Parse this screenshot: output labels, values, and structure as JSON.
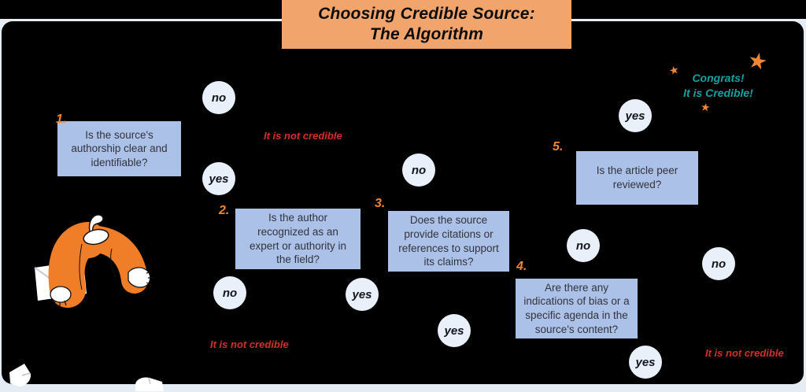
{
  "title": {
    "line1": "Choosing Credible Source:",
    "line2": "The Algorithm"
  },
  "steps": [
    {
      "number": "1.",
      "question": "Is the source's\nauthorship clear and\nidentifiable?"
    },
    {
      "number": "2.",
      "question": "Is the author\nrecognized as an\nexpert or authority in\nthe field?"
    },
    {
      "number": "3.",
      "question": "Does the source\nprovide citations or\nreferences to support\nits claims?"
    },
    {
      "number": "4.",
      "question": "Are there any\nindications of bias or a\nspecific agenda in the\nsource's content?"
    },
    {
      "number": "5.",
      "question": "Is the article peer\nreviewed?"
    }
  ],
  "decisions": {
    "yes": "yes",
    "no": "no"
  },
  "outcomes": {
    "not_credible": "It is not credible",
    "congrats_line1": "Congrats!",
    "congrats_line2": "It is Credible!"
  },
  "icons": {
    "star": "★"
  },
  "colors": {
    "banner_background": "#F1A46C",
    "question_box": "#ABC1E8",
    "decision_circle": "#EAF0F9",
    "step_number": "#F0862F",
    "not_credible_text": "#D3302A",
    "credible_text": "#12A3A1",
    "slide_background": "#000000",
    "page_background": "#E5ECF4",
    "illustration_orange": "#F07D28"
  }
}
